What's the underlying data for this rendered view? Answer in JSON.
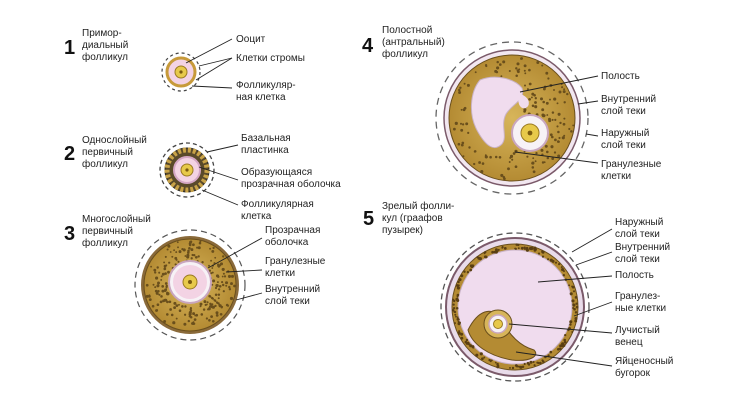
{
  "colors": {
    "granulosa": "#c9a348",
    "granulosa_dark": "#8a6a22",
    "oocyte": "#f3d3e4",
    "zona": "#d4a6c4",
    "nucleus": "#e7c94a",
    "theca": "#7b5a6a",
    "antrum": "#f0dcee",
    "stroma": "#3a3a3a"
  },
  "stages": [
    {
      "number": "1",
      "title": [
        "Примор-",
        "диальный",
        "фолликул"
      ],
      "labels": [
        [
          "Ооцит"
        ],
        [
          "Клетки стромы"
        ],
        [
          "Фолликуляр-",
          "ная клетка"
        ]
      ]
    },
    {
      "number": "2",
      "title": [
        "Однослойный",
        "первичный",
        "фолликул"
      ],
      "labels": [
        [
          "Базальная",
          "пластинка"
        ],
        [
          "Образующаяся",
          "прозрачная оболочка"
        ],
        [
          "Фолликулярная",
          "клетка"
        ]
      ]
    },
    {
      "number": "3",
      "title": [
        "Многослойный",
        "первичный",
        "фолликул"
      ],
      "labels": [
        [
          "Прозрачная",
          "оболочка"
        ],
        [
          "Гранулезные",
          "клетки"
        ],
        [
          "Внутренний",
          "слой теки"
        ]
      ]
    },
    {
      "number": "4",
      "title": [
        "Полостной",
        "(антральный)",
        "фолликул"
      ],
      "labels": [
        [
          "Полость"
        ],
        [
          "Внутренний",
          "слой теки"
        ],
        [
          "Наружный",
          "слой теки"
        ],
        [
          "Гранулезные",
          "клетки"
        ]
      ]
    },
    {
      "number": "5",
      "title": [
        "Зрелый фолли-",
        "кул (граафов",
        "пузырек)"
      ],
      "labels": [
        [
          "Наружный",
          "слой теки"
        ],
        [
          "Внутренний",
          "слой теки"
        ],
        [
          "Полость"
        ],
        [
          "Гранулез-",
          "ные клетки"
        ],
        [
          "Лучистый",
          "венец"
        ],
        [
          "Яйценосный",
          "бугорок"
        ]
      ]
    }
  ]
}
